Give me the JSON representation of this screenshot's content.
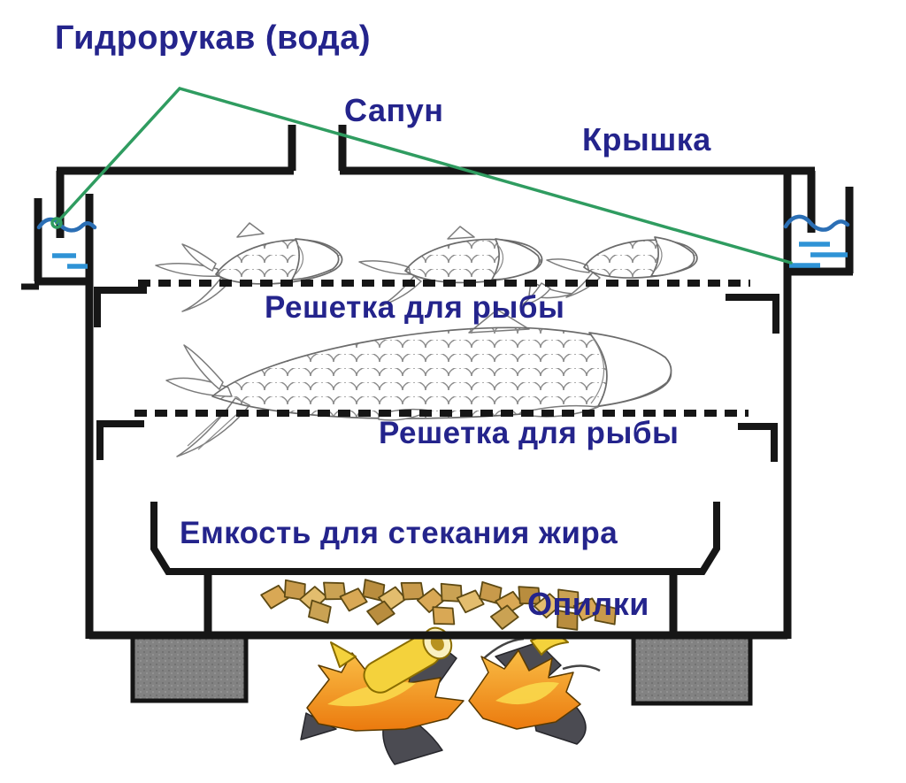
{
  "diagram": {
    "labels": {
      "hydro_sleeve": "Гидрорукав (вода)",
      "breather": "Сапун",
      "lid": "Крышка",
      "grate_top": "Решетка для рыбы",
      "grate_bottom": "Решетка для рыбы",
      "fat_tray": "Емкость для стекания жира",
      "sawdust": "Опилки"
    },
    "colors": {
      "background": "#ffffff",
      "structure": "#161616",
      "water": "#2b6fb5",
      "water_dash": "#2f93d6",
      "leader_line": "#2f9c60",
      "label_text": "#24248c",
      "foot_gray": "#7f7f7f",
      "flame_orange": "#ec7b10",
      "flame_yellow": "#f4d23c",
      "smoke_gray": "#4b4b52",
      "sawdust_tan": "#d9a855"
    }
  }
}
